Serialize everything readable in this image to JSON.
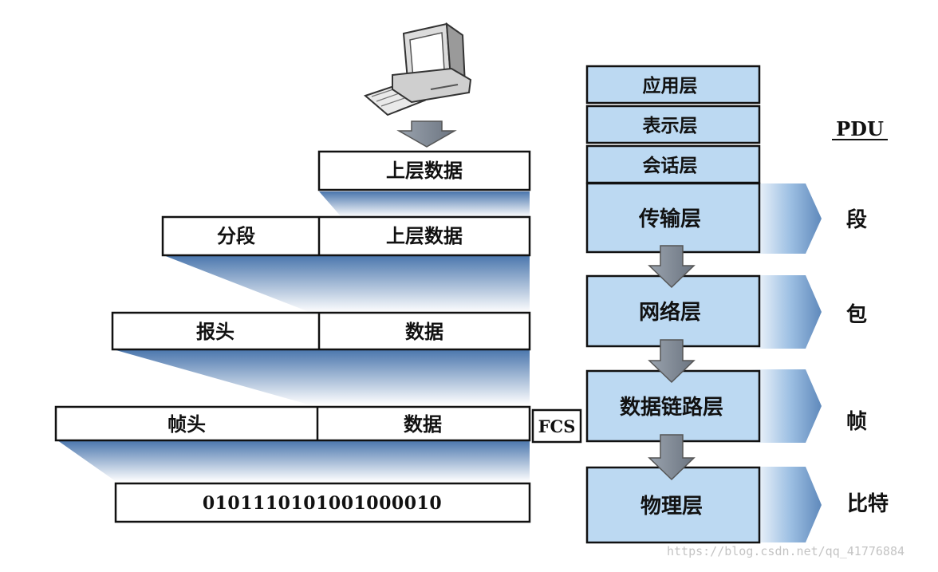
{
  "encapsulation": {
    "upper_data": "上层数据",
    "segment_header": "分段",
    "segment_data": "上层数据",
    "packet_header": "报头",
    "packet_data": "数据",
    "frame_header": "帧头",
    "frame_data": "数据",
    "fcs": "FCS",
    "bits": "0101110101001000010"
  },
  "layers": {
    "application": "应用层",
    "presentation": "表示层",
    "session": "会话层",
    "transport": "传输层",
    "network": "网络层",
    "data_link": "数据链路层",
    "physical": "物理层"
  },
  "pdu": {
    "title": "PDU",
    "segment": "段",
    "packet": "包",
    "frame": "帧",
    "bit": "比特"
  },
  "watermark": "https://blog.csdn.net/qq_41776884",
  "colors": {
    "layer_fill": "#bcd9f2",
    "shade_dark": "#4a76ad",
    "shade_light": "#ffffff",
    "arrow_gray": "#7d8794"
  }
}
